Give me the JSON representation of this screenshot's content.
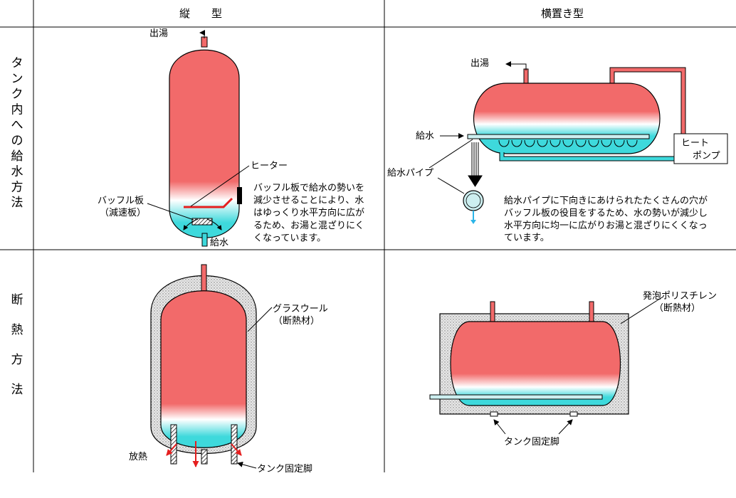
{
  "headers": {
    "vertical": "縦　　型",
    "horizontal": "横置き型"
  },
  "rows": {
    "water_supply": "タンク内への給水方法",
    "insulation": "断熱方法"
  },
  "labels": {
    "hot_out": "出湯",
    "heater": "ヒーター",
    "baffle": "バッフル板",
    "baffle_sub": "（減速板）",
    "water_in": "給水",
    "water_pipe": "給水パイプ",
    "heat_pump_1": "ヒート",
    "heat_pump_2": "ポンプ",
    "glass_wool": "グラスウール",
    "insulation_material": "（断熱材）",
    "foam": "発泡ポリスチレン",
    "heat_release": "放熱",
    "tank_legs": "タンク固定脚"
  },
  "descriptions": {
    "vertical": [
      "バッフル板で給水の勢いを",
      "減少させることにより、水",
      "はゆっくり水平方向に広が",
      "るため、お湯と混ざりにく",
      "くなっています。"
    ],
    "horizontal": [
      "給水パイプに下向きにあけられたたくさんの穴が",
      "バッフル板の役目をするため、水の勢いが減少し",
      "水平方向に均一に広がりお湯と混ざりにくくなっ",
      "ています。"
    ]
  },
  "colors": {
    "hot": "#f26a6a",
    "cold": "#3ed9dc",
    "pipe": "#f26a6a",
    "arrow_red": "#e51f1f",
    "drop": "#2bb5e8"
  }
}
